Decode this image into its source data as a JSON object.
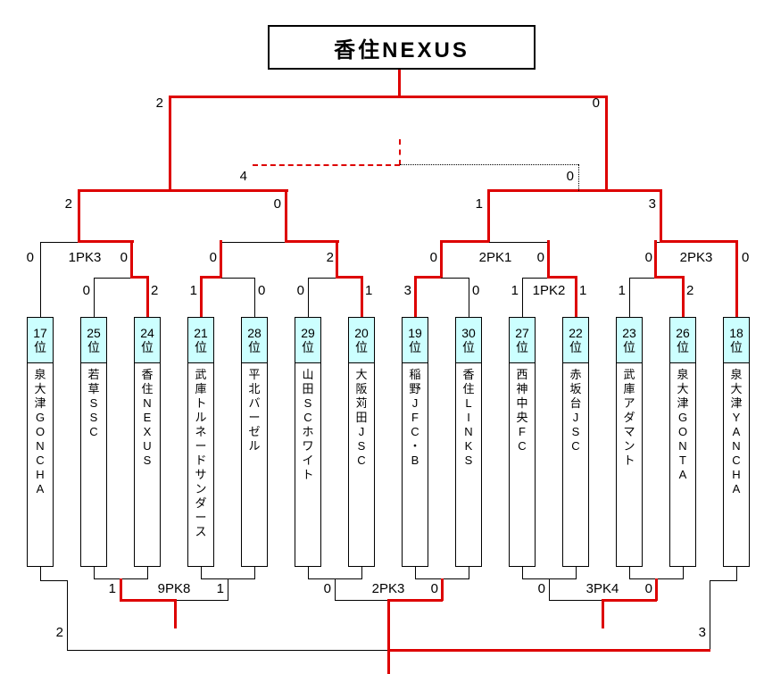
{
  "champion_box": {
    "label": "香住NEXUS"
  },
  "teams": [
    {
      "rank_no": "17",
      "rank_unit": "位",
      "name": "泉大津GONCHA"
    },
    {
      "rank_no": "25",
      "rank_unit": "位",
      "name": "若草SSC"
    },
    {
      "rank_no": "24",
      "rank_unit": "位",
      "name": "香住NEXUS"
    },
    {
      "rank_no": "21",
      "rank_unit": "位",
      "name": "武庫トルネードサンダース"
    },
    {
      "rank_no": "28",
      "rank_unit": "位",
      "name": "平北バーゼル"
    },
    {
      "rank_no": "29",
      "rank_unit": "位",
      "name": "山田SCホワイト"
    },
    {
      "rank_no": "20",
      "rank_unit": "位",
      "name": "大阪苅田JSC"
    },
    {
      "rank_no": "19",
      "rank_unit": "位",
      "name": "稲野JFC・B"
    },
    {
      "rank_no": "30",
      "rank_unit": "位",
      "name": "香住LINKS"
    },
    {
      "rank_no": "27",
      "rank_unit": "位",
      "name": "西神中央FC"
    },
    {
      "rank_no": "22",
      "rank_unit": "位",
      "name": "赤坂台JSC"
    },
    {
      "rank_no": "23",
      "rank_unit": "位",
      "name": "武庫アダマント"
    },
    {
      "rank_no": "26",
      "rank_unit": "位",
      "name": "泉大津GONTA"
    },
    {
      "rank_no": "18",
      "rank_unit": "位",
      "name": "泉大津YANCHA"
    }
  ],
  "scores": {
    "final_left": "2",
    "final_right": "0",
    "third_left": "4",
    "third_right": "0",
    "sf_left_l": "2",
    "sf_left_r": "0",
    "sf_right_l": "1",
    "sf_right_r": "3",
    "qfA_l": "0",
    "qfA_pk": "1PK3",
    "qfA_r": "0",
    "qfB_l": "0",
    "qfB_r": "2",
    "qfC_l": "0",
    "qfC_pk": "2PK1",
    "qfC_r": "0",
    "qfD_l": "0",
    "qfD_pk": "2PK3",
    "qfD_r": "0",
    "m1_l": "0",
    "m1_r": "2",
    "m2_l": "1",
    "m2_r": "0",
    "m3_l": "0",
    "m3_r": "1",
    "m4_l": "3",
    "m4_r": "0",
    "m5_l": "1",
    "m5_pk": "1PK2",
    "m5_r": "1",
    "m6_l": "1",
    "m6_r": "2",
    "c1_l": "1",
    "c1_pk": "9PK8",
    "c1_r": "1",
    "c2_l": "0",
    "c2_pk": "2PK3",
    "c2_r": "0",
    "c3_l": "0",
    "c3_pk": "3PK4",
    "c3_r": "0",
    "bottom_left": "2",
    "bottom_right": "3"
  },
  "colors": {
    "winner_path": "#dd0000",
    "rank_bg": "#ccffff"
  }
}
